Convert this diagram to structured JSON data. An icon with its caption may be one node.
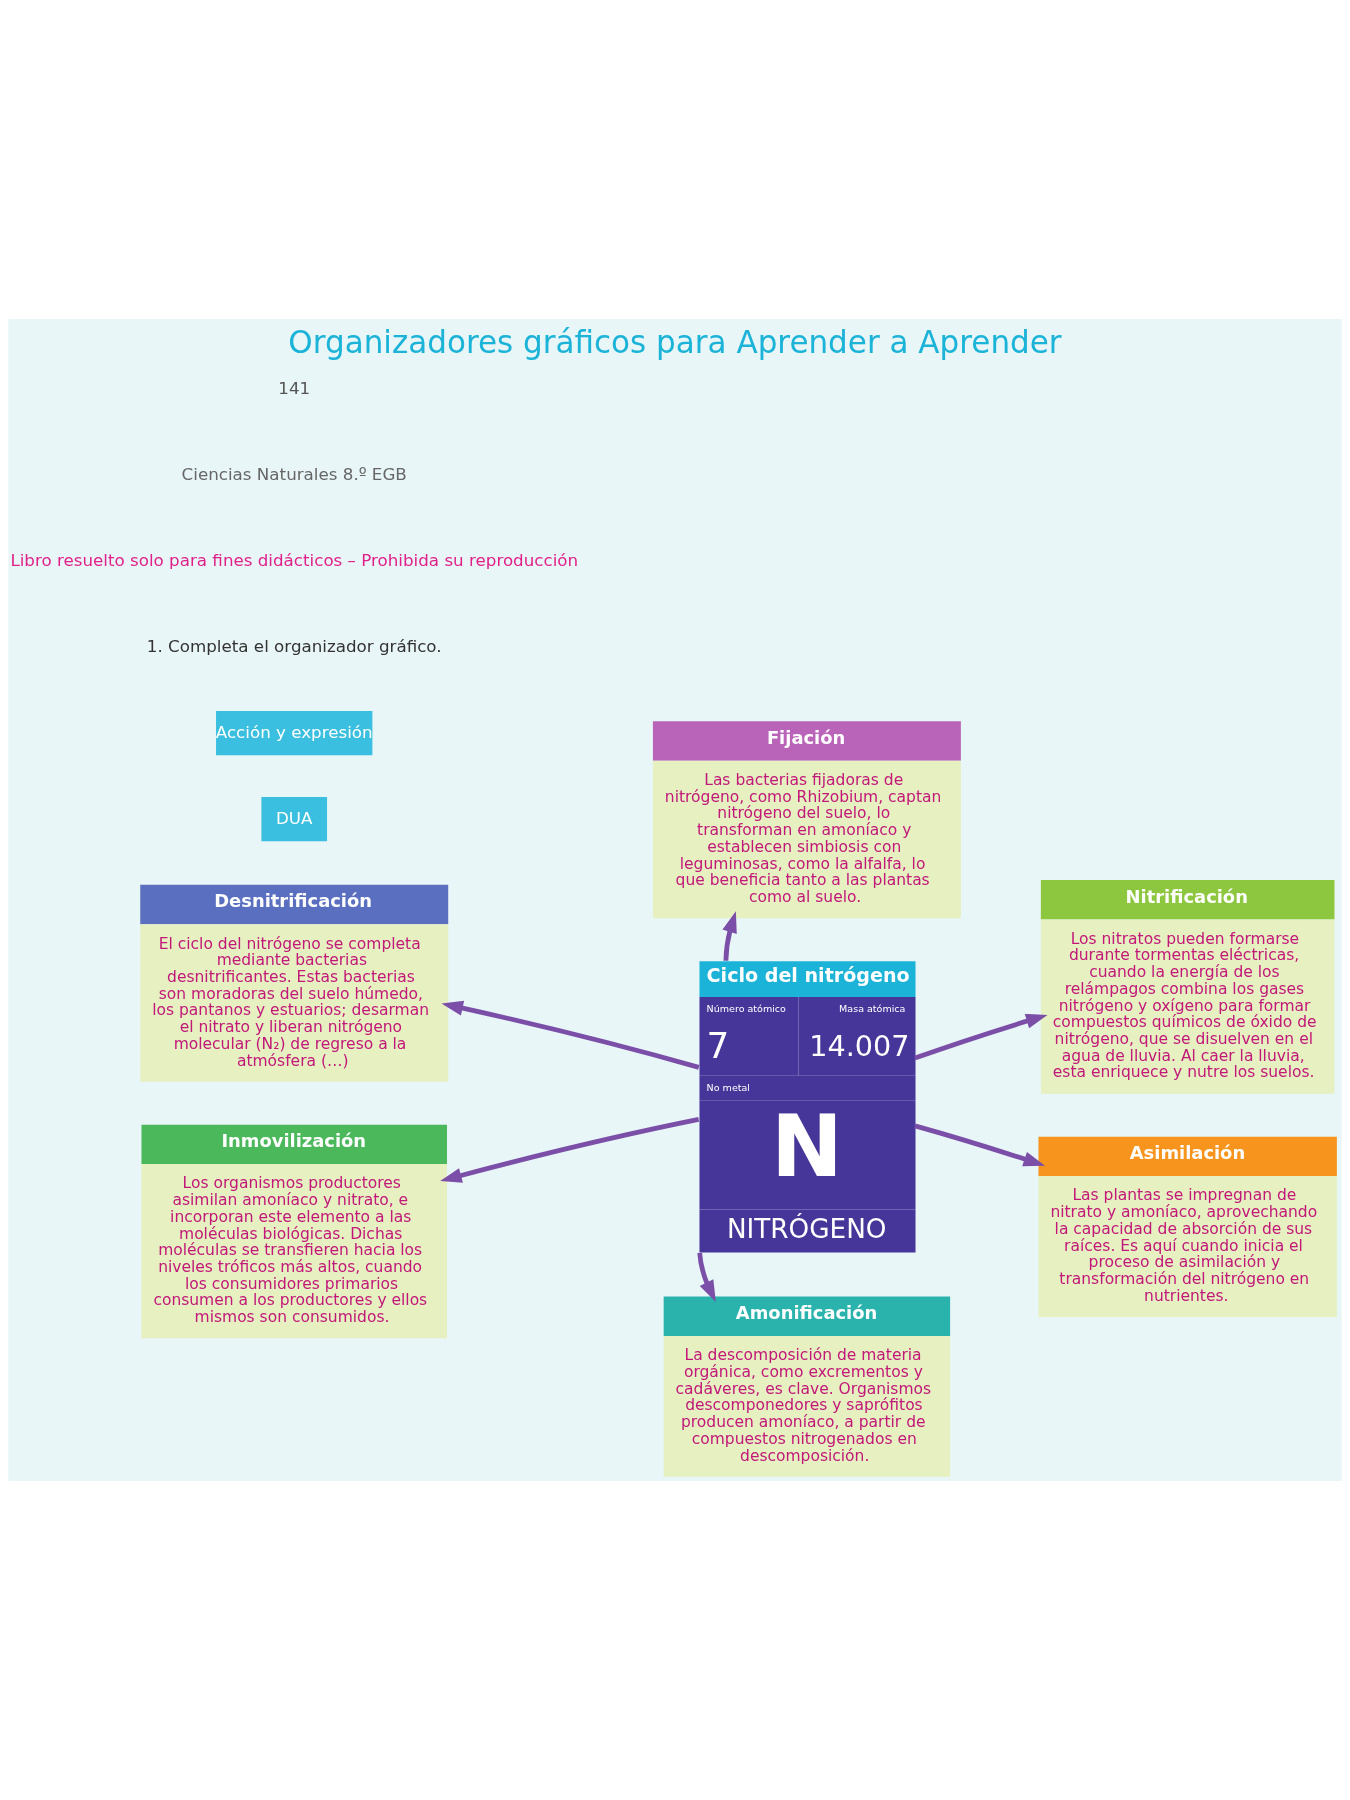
{
  "diagram": {
    "title": "Organizadores gráficos para Aprender a Aprender",
    "nodes": [
      {
        "text": [
          "Fijación",
          "Las bacterias fijadoras de nitrógeno, como Rhizobium, captan nitrógeno del suelo, lo transforman en amoníaco y establecen simbiosis con leguminosas, como la alfalfa, lo que beneficia tanto a las plantas como al suelo."
        ]
      },
      {
        "text": [
          "Desnitrificación",
          "El ciclo del nitrógeno se completa mediante bacterias desnitrificantes. Estas bacterias son moradoras del suelo húmedo, los pantanos y estuarios; desarman el nitrato y liberan nitrógeno molecular (N₂) de regreso a la atmósfera (…)"
        ]
      },
      {
        "text": [
          "Nitrificación",
          "Los nitratos pueden formarse durante tormentas eléctricas, cuando la energía de los relámpagos combina los gases nitrógeno y oxígeno para formar compuestos químicos de óxido de nitrógeno, que se disuelven en el agua de lluvia. Al caer la lluvia, esta enriquece y nutre los suelos."
        ]
      },
      {
        "text": [
          "Ciclo del nitrógeno",
          "Número atómico",
          "7",
          "Masa atómica",
          "14.007",
          "No metal",
          "N",
          "NITRÓGENO"
        ]
      },
      {
        "text": [
          "Inmovilización",
          "Los organismos productores asimilan amoníaco y nitrato, e incorporan este elemento a las moléculas biológicas. Dichas moléculas se transfieren hacia los niveles tróficos más altos, cuando los consumidores primarios consumen a los productores y ellos mismos son consumidos."
        ]
      },
      {
        "text": [
          "Asimilación",
          "Las plantas se impregnan de nitrato y amoníaco, aprovechando la capacidad de absorción de sus raíces. Es aquí cuando inicia el proceso de asimilación y transformación del nitrógeno en nutrientes."
        ]
      },
      {
        "text": [
          "Amonificación",
          "La descomposición de materia orgánica, como excrementos y cadáveres, es clave. Organismos descomponedores y saprófitos producen amoníaco, a partir de compuestos nitrogenados en descomposición."
        ]
      }
    ],
    "edges": [
      {
        "from": 3,
        "to": 0,
        "arrow": "to"
      },
      {
        "from": 3,
        "to": 1,
        "arrow": "to"
      },
      {
        "from": 3,
        "to": 2,
        "arrow": "to"
      },
      {
        "from": 3,
        "to": 4,
        "arrow": "to"
      },
      {
        "from": 3,
        "to": 5,
        "arrow": "to"
      },
      {
        "from": 3,
        "to": 6,
        "arrow": "to"
      }
    ],
    "labels": [
      "DUA",
      "Acción y expresión",
      "1. Completa el organizador gráfico.",
      "Libro resuelto solo para fines didácticos – Prohibida su reproducción",
      "Ciencias Naturales 8.º EGB",
      "141"
    ]
  }
}
